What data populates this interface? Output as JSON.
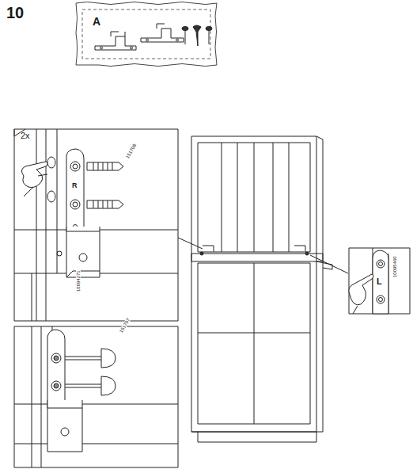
{
  "diagram": {
    "labels": [
      "10",
      "A",
      "2x",
      "R",
      "151708",
      "10094271",
      "151707",
      "L",
      "10095460"
    ]
  }
}
